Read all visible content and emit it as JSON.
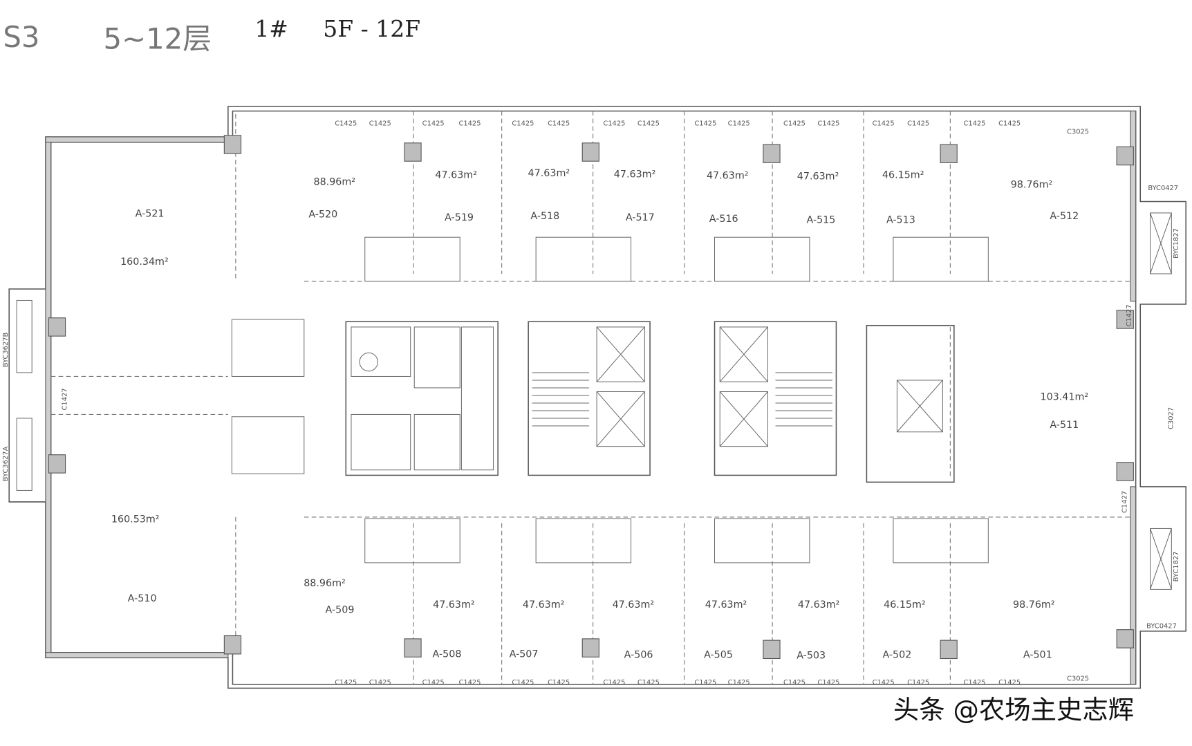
{
  "header": {
    "title": "S3",
    "floors": "5~12层",
    "handwritten_building": "1#",
    "handwritten_floors": "5F - 12F"
  },
  "rooms": [
    {
      "label": "A-521",
      "area": "160.34m²"
    },
    {
      "label": "A-520",
      "area": "88.96m²"
    },
    {
      "label": "A-519",
      "area": "47.63m²"
    },
    {
      "label": "A-518",
      "area": "47.63m²"
    },
    {
      "label": "A-517",
      "area": "47.63m²"
    },
    {
      "label": "A-516",
      "area": "47.63m²"
    },
    {
      "label": "A-515",
      "area": "47.63m²"
    },
    {
      "label": "A-513",
      "area": "46.15m²"
    },
    {
      "label": "A-512",
      "area": "98.76m²"
    },
    {
      "label": "A-511",
      "area": "103.41m²"
    },
    {
      "label": "A-510",
      "area": "160.53m²"
    },
    {
      "label": "A-509",
      "area": "88.96m²"
    },
    {
      "label": "A-508",
      "area": "47.63m²"
    },
    {
      "label": "A-507",
      "area": "47.63m²"
    },
    {
      "label": "A-506",
      "area": "47.63m²"
    },
    {
      "label": "A-505",
      "area": "47.63m²"
    },
    {
      "label": "A-503",
      "area": "47.63m²"
    },
    {
      "label": "A-502",
      "area": "46.15m²"
    },
    {
      "label": "A-501",
      "area": "98.76m²"
    }
  ],
  "windows": {
    "unit_window": "C1425",
    "corner_window": "C3025",
    "side_window": "C1427",
    "right_mid_window": "C3027",
    "right_top": "BYC0427",
    "right_bottom": "BYC0427",
    "right_vent": "BYC1827",
    "left_top": "BYC3627B",
    "left_bottom": "BYC3627A"
  },
  "watermark": "头条 @农场主史志辉"
}
